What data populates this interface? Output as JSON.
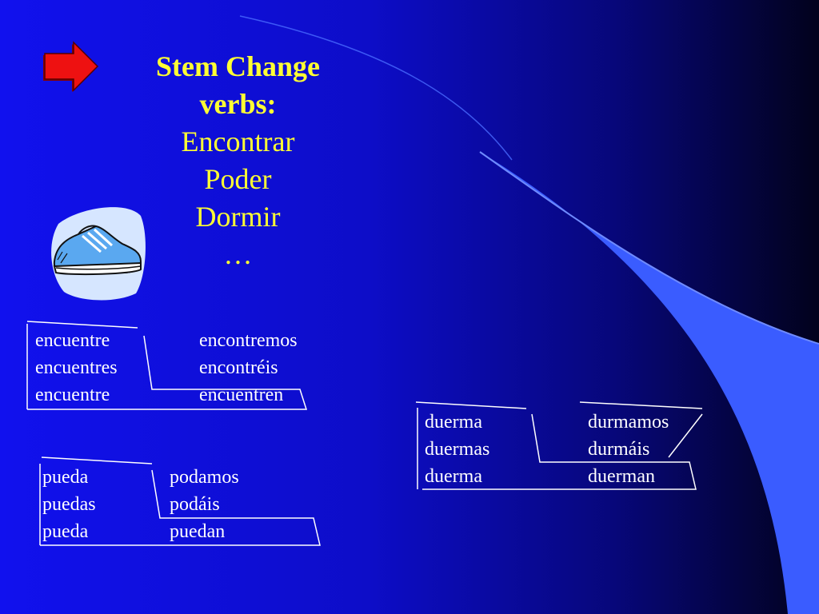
{
  "slide": {
    "title_lines": [
      "Stem Change",
      "verbs:"
    ],
    "verbs": [
      "Encontrar",
      "Poder",
      "Dormir",
      "…"
    ],
    "icons": {
      "arrow": "right-arrow-icon",
      "shoe": "sneaker-clipart"
    },
    "colors": {
      "title": "#ffff33",
      "text": "#ffffff",
      "arrow": "#ee1111",
      "background_start": "#1111ee",
      "background_end": "#02021c",
      "curve": "#3355ff"
    }
  },
  "conjugations": {
    "encontrar": {
      "left": [
        "encuentre",
        "encuentres",
        "encuentre"
      ],
      "right": [
        "encontremos",
        "encontréis",
        "encuentren"
      ]
    },
    "poder": {
      "left": [
        "pueda",
        "puedas",
        "pueda"
      ],
      "right": [
        "podamos",
        "podáis",
        "puedan"
      ]
    },
    "dormir": {
      "left": [
        "duerma",
        "duermas",
        "duerma"
      ],
      "right": [
        "durmamos",
        "durmáis",
        "duerman"
      ]
    }
  }
}
